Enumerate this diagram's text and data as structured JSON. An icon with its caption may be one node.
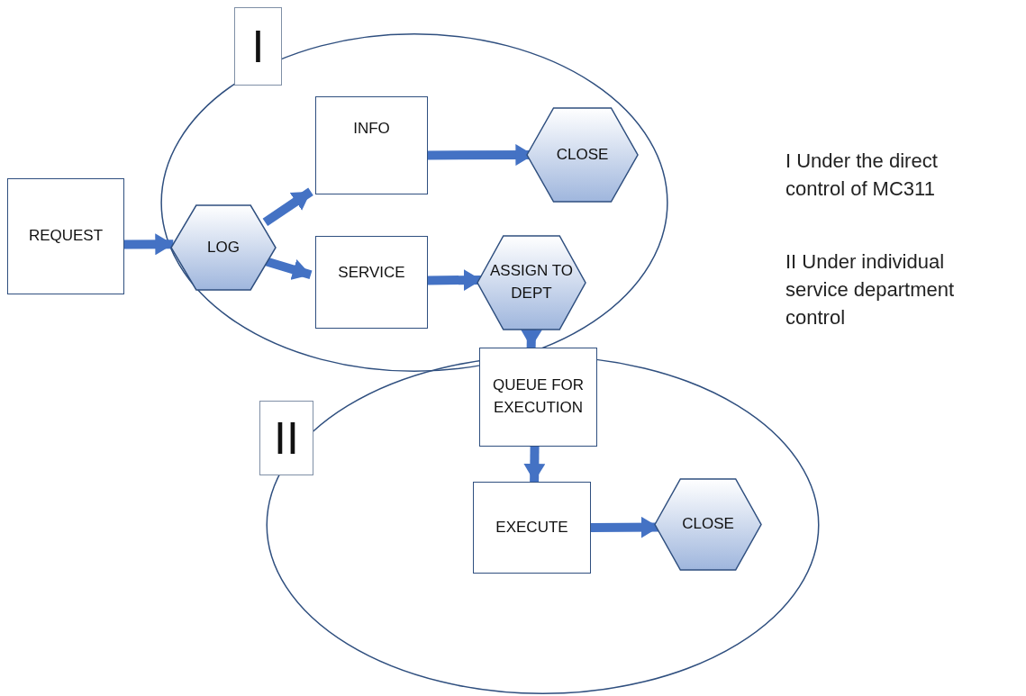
{
  "diagram": {
    "nodes": [
      {
        "text": [],
        "shape": "ellipse"
      },
      {
        "text": [
          "I"
        ]
      },
      {
        "text": [
          "REQUEST"
        ]
      },
      {
        "text": [
          "LOG"
        ],
        "in": 0
      },
      {
        "text": [
          "INFO"
        ],
        "in": 0
      },
      {
        "text": [
          "CLOSE"
        ],
        "in": 0
      },
      {
        "text": [
          "SERVICE"
        ],
        "in": 0
      },
      {
        "text": [
          "ASSIGN TO DEPT"
        ],
        "in": 0
      },
      {
        "text": [],
        "shape": "ellipse"
      },
      {
        "text": [
          "II"
        ]
      },
      {
        "text": [
          "QUEUE FOR EXECUTION"
        ]
      },
      {
        "text": [
          "EXECUTE"
        ],
        "in": 8
      },
      {
        "text": [
          "CLOSE"
        ],
        "in": 8
      }
    ],
    "edges": [
      {
        "from": 2,
        "to": 3,
        "arrow": "to"
      },
      {
        "from": 3,
        "to": 4,
        "arrow": "to"
      },
      {
        "from": 3,
        "to": 6,
        "arrow": "to"
      },
      {
        "from": 4,
        "to": 5,
        "arrow": "to"
      },
      {
        "from": 6,
        "to": 7,
        "arrow": "to"
      },
      {
        "from": 7,
        "to": 10,
        "arrow": "to"
      },
      {
        "from": 10,
        "to": 11,
        "arrow": "to"
      },
      {
        "from": 11,
        "to": 12,
        "arrow": "to"
      }
    ],
    "labels": [
      "I Under the direct control of MC311",
      "II Under individual service department control"
    ]
  }
}
